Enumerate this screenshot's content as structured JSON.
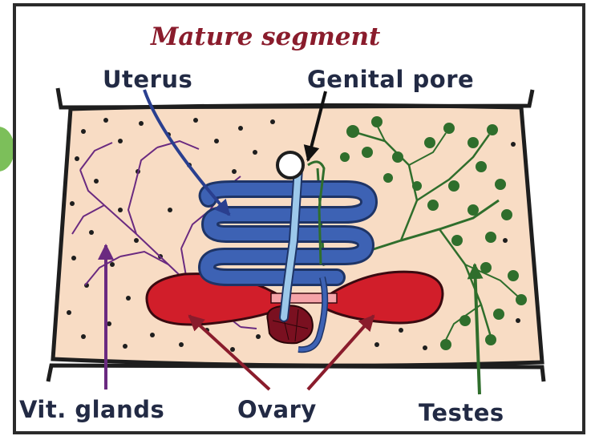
{
  "title": "Mature segment",
  "labels": {
    "uterus": "Uterus",
    "genital_pore": "Genital pore",
    "vit_glands": "Vit. glands",
    "ovary": "Ovary",
    "testes": "Testes"
  },
  "colors": {
    "segment_fill": "#f8dcc4",
    "outline": "#1e1e1e",
    "uterus": "#3d62b4",
    "uterus_duct": "#9cc8ea",
    "ovary": "#d11e2a",
    "testes": "#2f6e2c",
    "vit_glands": "#6a2a80",
    "title": "#8a1c2c"
  }
}
